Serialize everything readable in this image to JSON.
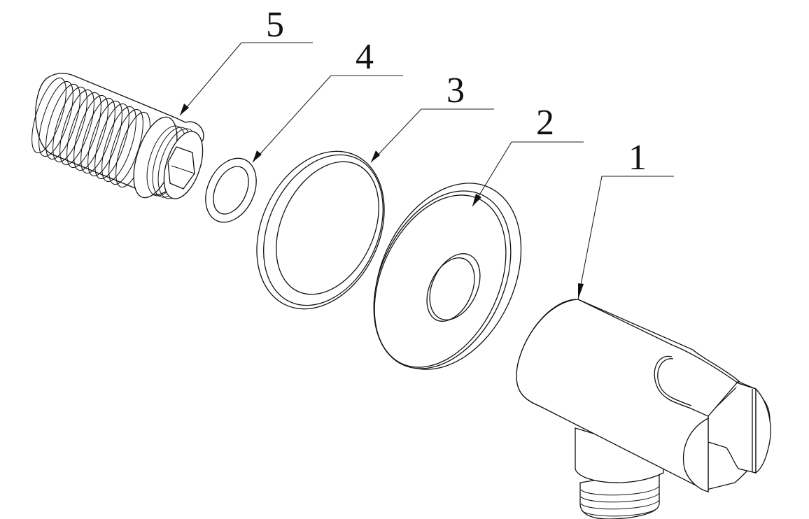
{
  "diagram": {
    "type": "exploded-assembly-view",
    "background": "#ffffff",
    "line_color": "#111111",
    "callouts": [
      {
        "id": "1",
        "label": "1",
        "part": "shower holder elbow body"
      },
      {
        "id": "2",
        "label": "2",
        "part": "cover flange"
      },
      {
        "id": "3",
        "label": "3",
        "part": "large sealing ring"
      },
      {
        "id": "4",
        "label": "4",
        "part": "small washer"
      },
      {
        "id": "5",
        "label": "5",
        "part": "threaded extension nipple"
      }
    ]
  }
}
